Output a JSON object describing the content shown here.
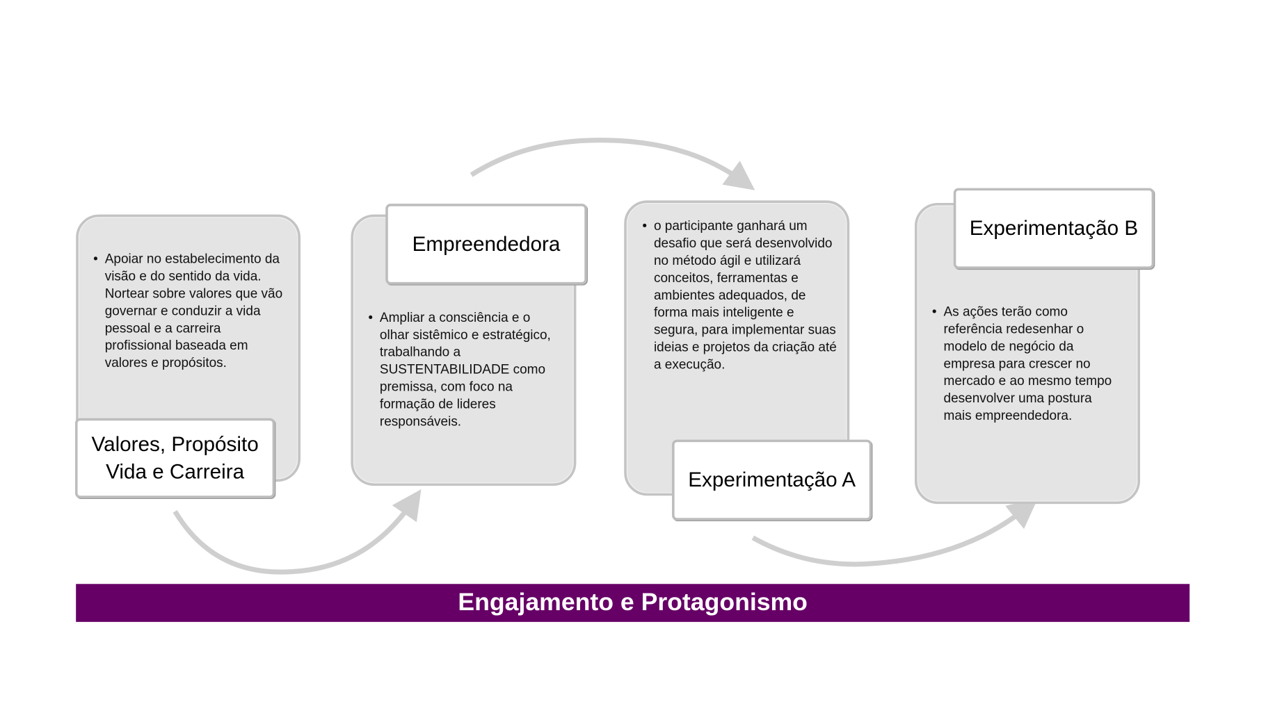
{
  "stages": [
    {
      "title": "Valores, Propósito Vida e Carreira",
      "text": "Apoiar no estabelecimento da  visão e do sentido da vida.  Nortear sobre valores que vão  governar e conduzir a vida pessoal e a carreira profissional baseada em valores e propósitos."
    },
    {
      "title": "Empreendedora",
      "text": "Ampliar  a consciência e o olhar sistêmico e estratégico, trabalhando a SUSTENTABILIDADE como premissa, com foco na formação de lideres responsáveis."
    },
    {
      "title": "Experimentação A",
      "text": "o participante ganhará um desafio que será desenvolvido no método ágil e utilizará conceitos, ferramentas e ambientes adequados, de forma mais inteligente e segura, para implementar suas ideias e projetos da criação até a execução."
    },
    {
      "title": "Experimentação B",
      "text": "As ações terão como referência redesenhar o modelo de negócio da empresa para crescer no mercado e ao mesmo tempo desenvolver uma postura mais empreendedora."
    }
  ],
  "banner": "Engajamento e Protagonismo",
  "colors": {
    "banner": "#660066",
    "card": "#e4e4e4",
    "arrow": "#cfcfcf"
  }
}
